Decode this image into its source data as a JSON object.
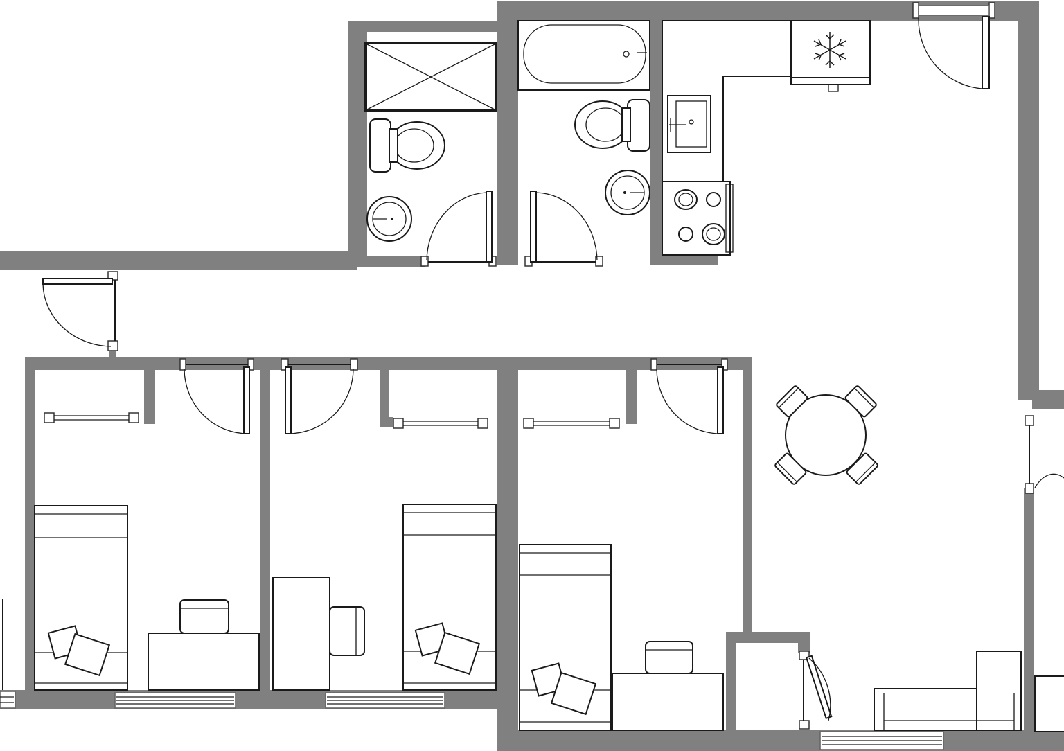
{
  "plan": {
    "wall_color": "#808080",
    "line_color": "#1a1a1a",
    "background": "#ffffff",
    "icons": [
      "snowflake-icon"
    ],
    "rooms": [
      "bedroom-1",
      "bedroom-2",
      "bedroom-3",
      "bathroom-shower",
      "bathroom-tub",
      "kitchen",
      "hallway",
      "living-dining-area",
      "storage-closet"
    ]
  }
}
